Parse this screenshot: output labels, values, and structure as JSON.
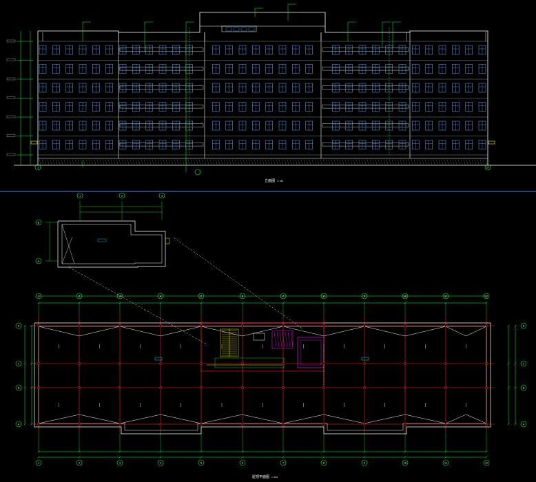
{
  "colors": {
    "background": "#000000",
    "outline": "#ffffff",
    "window": "#5fa8ff",
    "leader": "#00ff3c",
    "axis": "#ff2020",
    "separator": "#3c8cff",
    "magenta": "#ff22ff",
    "yellow": "#ffee00",
    "cyan": "#00e5ff"
  },
  "elevation": {
    "title": "立面图",
    "scale": "1:100",
    "floors": 6,
    "window_columns": 34,
    "start_axis": "1",
    "end_axis": "17"
  },
  "roof_plan": {
    "title": "屋顶平面图",
    "scale": "1:100",
    "axis_numbers": [
      "1",
      "2",
      "3",
      "4",
      "5",
      "6",
      "7",
      "8",
      "9",
      "10",
      "11",
      "12"
    ],
    "axis_letters": [
      "D",
      "C",
      "B",
      "A"
    ],
    "inset_axes": [
      "1",
      "2",
      "3"
    ],
    "inset_letters": [
      "B",
      "A"
    ]
  }
}
